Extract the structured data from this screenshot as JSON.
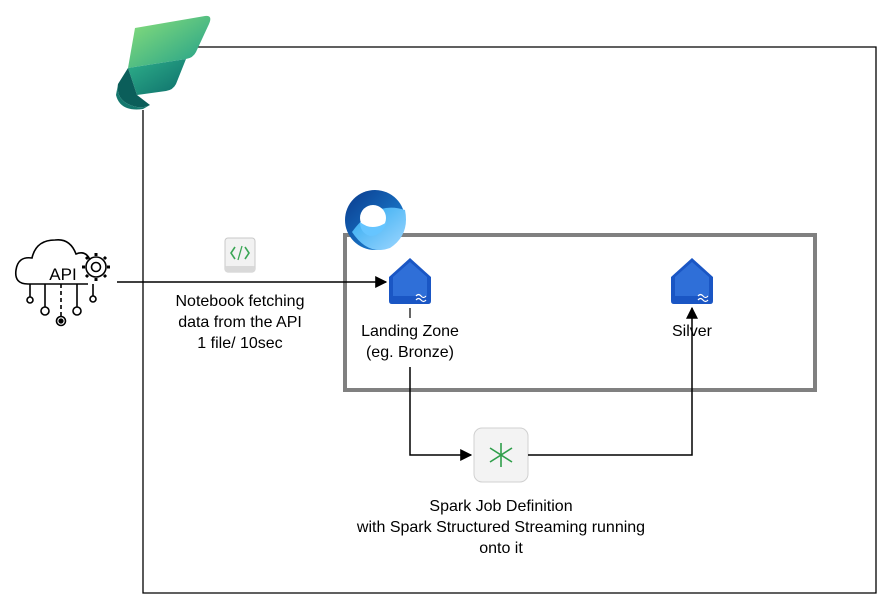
{
  "nodes": {
    "api": {
      "label": "API",
      "icon": "api-cloud-gear-icon"
    },
    "notebook": {
      "icon": "notebook-icon",
      "caption_lines": [
        "Notebook fetching",
        "data from the API",
        "1 file/ 10sec"
      ]
    },
    "landing_zone": {
      "icon": "lakehouse-icon",
      "label_lines": [
        "Landing Zone",
        "(eg. Bronze)"
      ]
    },
    "silver": {
      "icon": "lakehouse-icon",
      "label": "Silver"
    },
    "spark_job": {
      "icon": "spark-job-icon",
      "caption_lines": [
        "Spark Job Definition",
        "with Spark Structured Streaming running",
        "onto it"
      ]
    }
  },
  "logos": {
    "fabric": "fabric-logo",
    "onelake": "onelake-logo"
  },
  "colors": {
    "lakehouse_blue": "#1a56c4",
    "spark_green": "#2e9e4a",
    "workspace_border": "#808080",
    "line": "#000000"
  }
}
